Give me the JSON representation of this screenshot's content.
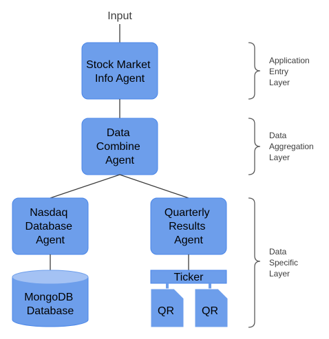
{
  "diagram": {
    "input_label": "Input",
    "nodes": {
      "stock_market": {
        "lines": [
          "Stock Market",
          "Info Agent"
        ]
      },
      "data_combine": {
        "lines": [
          "Data",
          "Combine",
          "Agent"
        ]
      },
      "nasdaq": {
        "lines": [
          "Nasdaq",
          "Database",
          "Agent"
        ]
      },
      "quarterly": {
        "lines": [
          "Quarterly",
          "Results",
          "Agent"
        ]
      },
      "mongodb": {
        "lines": [
          "MongoDB",
          "Database"
        ]
      },
      "ticker": {
        "label": "Ticker"
      },
      "qr_left": {
        "label": "QR"
      },
      "qr_right": {
        "label": "QR"
      }
    },
    "layers": {
      "entry": {
        "lines": [
          "Application",
          "Entry",
          "Layer"
        ]
      },
      "aggregation": {
        "lines": [
          "Data",
          "Aggregation",
          "Layer"
        ]
      },
      "specific": {
        "lines": [
          "Data",
          "Specific",
          "Layer"
        ]
      }
    },
    "colors": {
      "node_fill": "#6d9eeb",
      "node_stroke": "#4a86e8",
      "cylinder_top": "#a4c2f4",
      "connector": "#3c3c3c",
      "brace": "#595959"
    }
  }
}
